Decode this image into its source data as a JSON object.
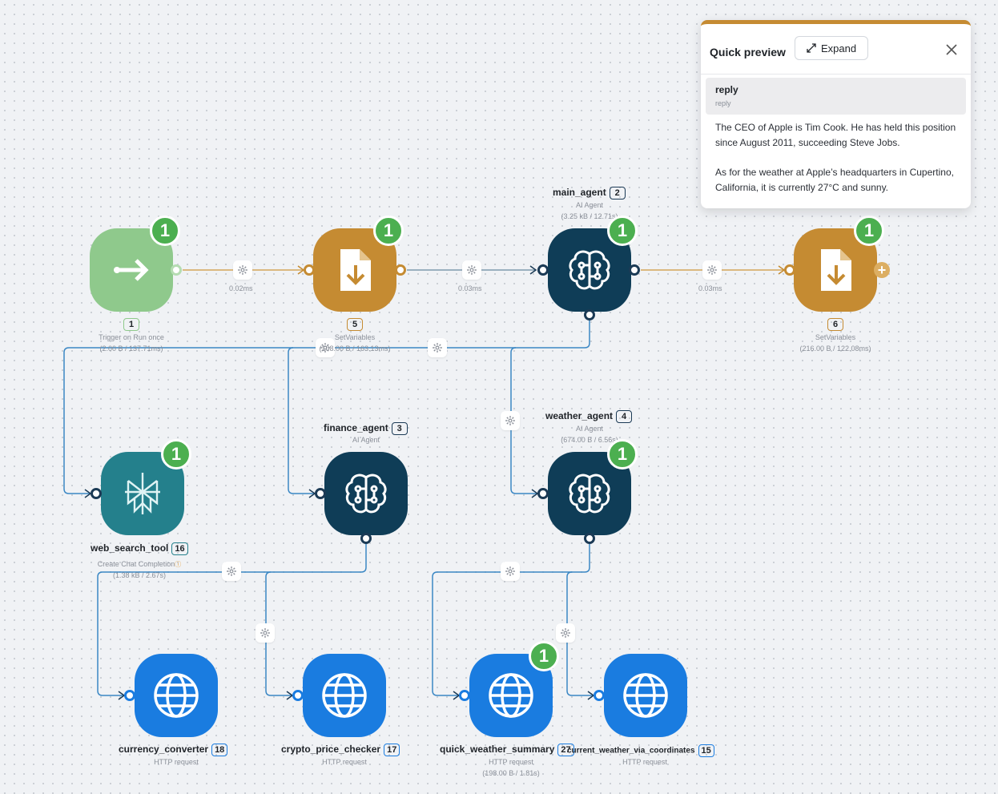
{
  "colors": {
    "trigger": "#8fc98c",
    "setvars": "#c58b32",
    "agent": "#0f3d57",
    "search": "#24808c",
    "http": "#1a7ce0",
    "badge": "#4caf50",
    "edge_orange": "#c58b32",
    "edge_blue": "#3a87c4",
    "edge_dark": "#1b3a55"
  },
  "preview": {
    "title": "Quick preview",
    "expand_label": "Expand",
    "field_name": "reply",
    "field_sub": "reply",
    "paragraphs": [
      "The CEO of Apple is Tim Cook. He has held this position since August 2011, succeeding Steve Jobs.",
      "As for the weather at Apple’s headquarters in Cupertino, California, it is currently 27°C and sunny."
    ]
  },
  "nodes": {
    "trigger": {
      "number": "1",
      "type": "Trigger on Run once",
      "stats": "(2.00 B / 137.71ms)",
      "badge": "1",
      "icon": "arrow-right-icon"
    },
    "setvars5": {
      "number": "5",
      "type": "SetVariables",
      "stats": "(108.00 B / 163.13ms)",
      "badge": "1",
      "icon": "file-download-icon"
    },
    "main_agent": {
      "name": "main_agent",
      "number": "2",
      "type": "AI Agent",
      "stats": "(3.25 kB / 12.71s)",
      "badge": "1",
      "icon": "brain-icon"
    },
    "setvars6": {
      "number": "6",
      "type": "SetVariables",
      "stats": "(216.00 B / 122.08ms)",
      "badge": "1",
      "icon": "file-download-icon"
    },
    "finance_agent": {
      "name": "finance_agent",
      "number": "3",
      "type": "AI Agent",
      "icon": "brain-icon"
    },
    "weather_agent": {
      "name": "weather_agent",
      "number": "4",
      "type": "AI Agent",
      "stats": "(674.00 B / 6.56s)",
      "badge": "1",
      "icon": "brain-icon"
    },
    "web_search_tool": {
      "name": "web_search_tool",
      "number": "16",
      "type": "Create Chat Completion",
      "stats": "(1.38 kB / 2.67s)",
      "badge": "1",
      "icon": "perplexity-icon"
    },
    "currency_converter": {
      "name": "currency_converter",
      "number": "18",
      "type": "HTTP request",
      "icon": "globe-icon"
    },
    "crypto_price_checker": {
      "name": "crypto_price_checker",
      "number": "17",
      "type": "HTTP request",
      "icon": "globe-icon"
    },
    "quick_weather_summary": {
      "name": "quick_weather_summary",
      "number": "27",
      "type": "HTTP request",
      "stats": "(198.00 B / 1.81s)",
      "badge": "1",
      "icon": "globe-icon"
    },
    "current_weather": {
      "name": "current_weather_via_coordinates",
      "number": "15",
      "type": "HTTP request",
      "icon": "globe-icon"
    }
  },
  "edge_times": {
    "e1": "0.02ms",
    "e2": "0.03ms",
    "e3": "0.03ms"
  }
}
